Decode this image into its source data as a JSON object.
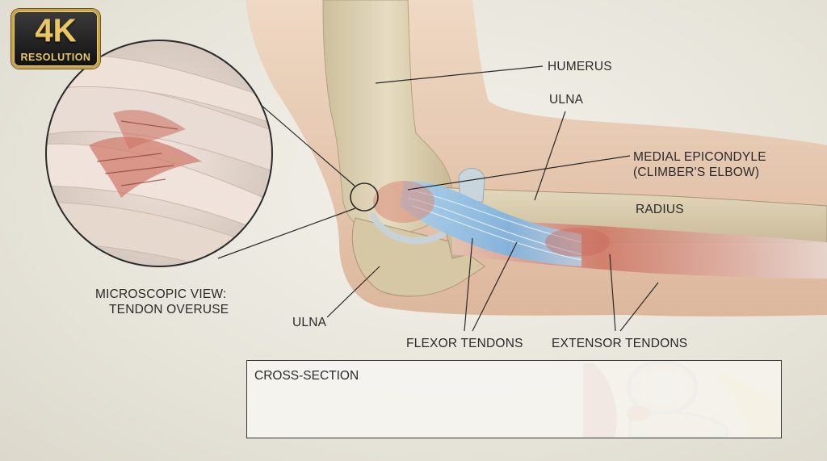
{
  "badge": {
    "main": "4K",
    "sub": "RESOLUTION"
  },
  "labels": {
    "humerus": "HUMERUS",
    "ulna_top": "ULNA",
    "medial_epicondyle_1": "MEDIAL EPICONDYLE",
    "medial_epicondyle_2": "(CLIMBER'S ELBOW)",
    "radius": "RADIUS",
    "microscopic_1": "MICROSCOPIC VIEW:",
    "microscopic_2": "TENDON OVERUSE",
    "ulna_bottom": "ULNA",
    "flexor_tendons": "FLEXOR TENDONS",
    "extensor_tendons": "EXTENSOR TENDONS",
    "cross_section": "CROSS-SECTION"
  },
  "colors": {
    "skin": "#e9cdb4",
    "bone": "#d8cbab",
    "flexor_blue": "#8fbfe6",
    "inflamed_red": "#c9685a",
    "line": "#2a2a2a"
  }
}
